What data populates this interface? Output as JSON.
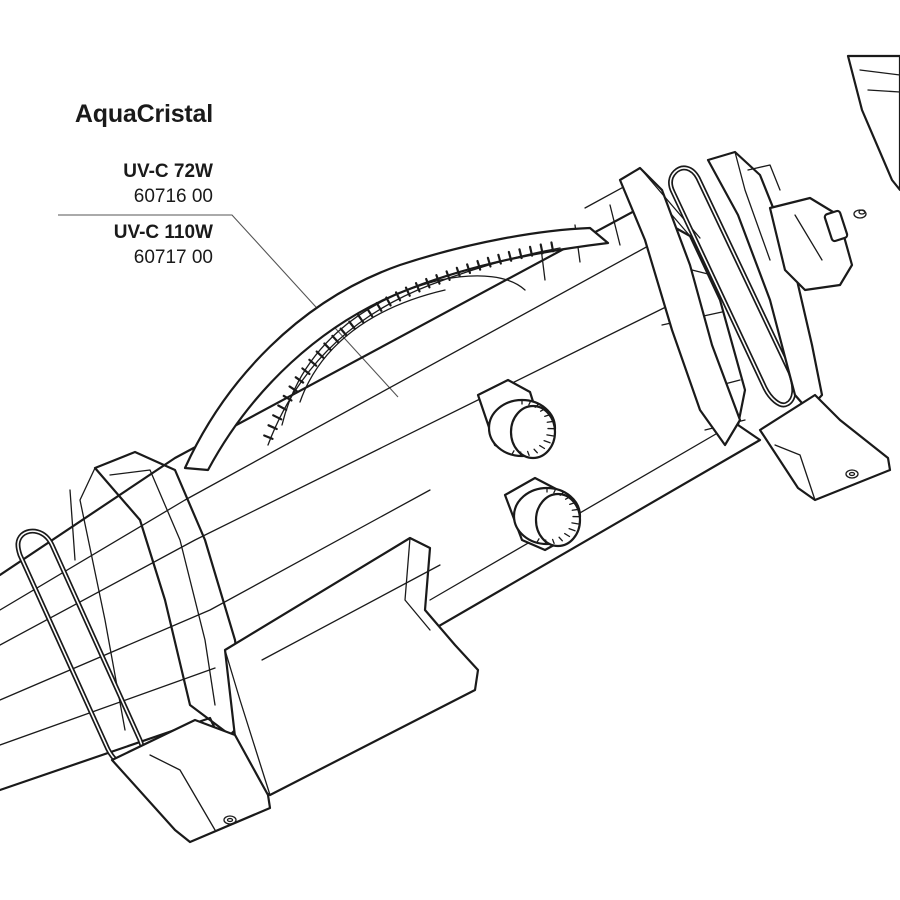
{
  "labels": {
    "brand": "AquaCristal",
    "models": [
      {
        "name": "UV-C 72W",
        "article": "60716 00"
      },
      {
        "name": "UV-C 110W",
        "article": "60717 00"
      }
    ]
  },
  "colors": {
    "line": "#1a1a1a",
    "background": "#ffffff"
  }
}
